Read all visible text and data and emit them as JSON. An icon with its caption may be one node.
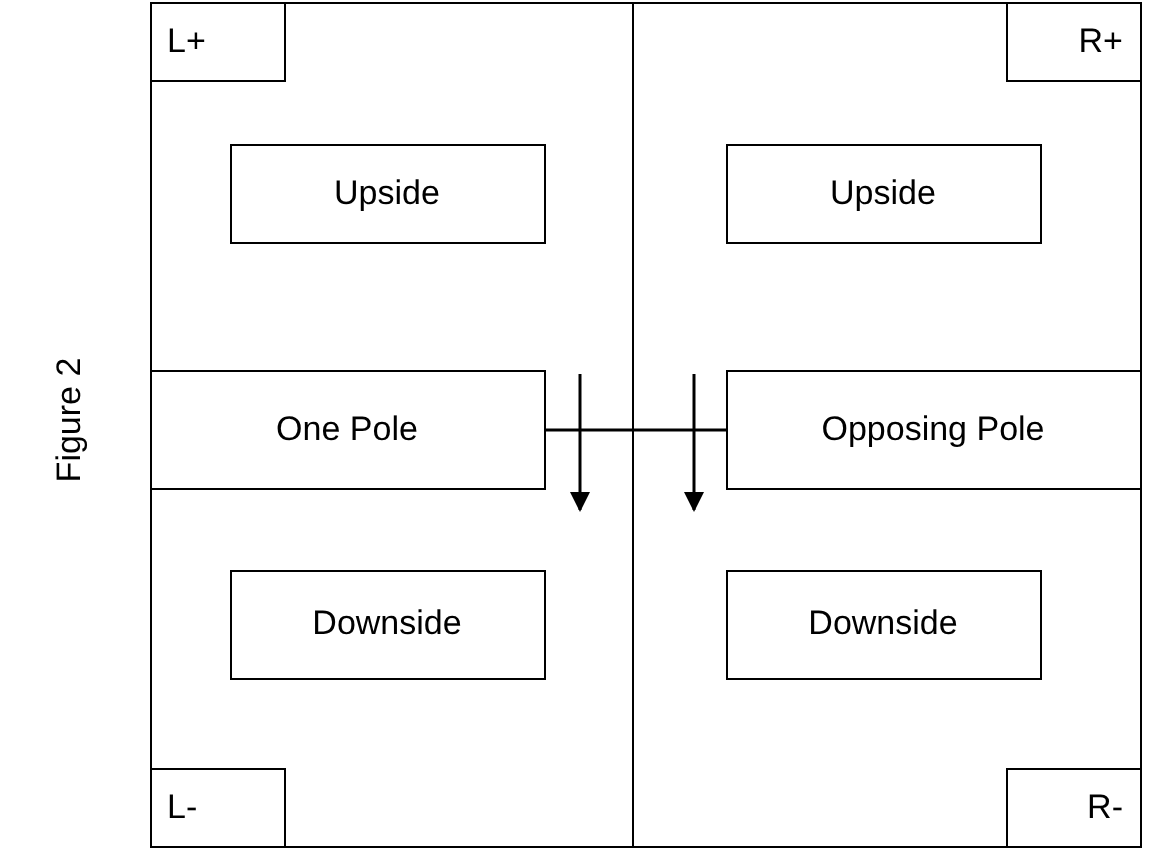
{
  "diagram": {
    "caption": "Figure 2",
    "nodes": [
      {
        "text": [],
        "shape": "box"
      },
      {
        "text": [
          "L+"
        ],
        "in": 0
      },
      {
        "text": [
          "Upside"
        ],
        "in": 0
      },
      {
        "text": [
          "One Pole"
        ],
        "in": 0
      },
      {
        "text": [
          "Downside"
        ],
        "in": 0
      },
      {
        "text": [
          "L-"
        ],
        "in": 0
      },
      {
        "text": [],
        "shape": "box"
      },
      {
        "text": [
          "R+"
        ],
        "in": 6
      },
      {
        "text": [
          "Upside"
        ],
        "in": 6
      },
      {
        "text": [
          "Opposing Pole"
        ],
        "in": 6
      },
      {
        "text": [
          "Downside"
        ],
        "in": 6
      },
      {
        "text": [
          "R-"
        ],
        "in": 6
      }
    ],
    "edges": [
      {
        "from": 3,
        "to": 9,
        "arrow": "none"
      }
    ]
  }
}
